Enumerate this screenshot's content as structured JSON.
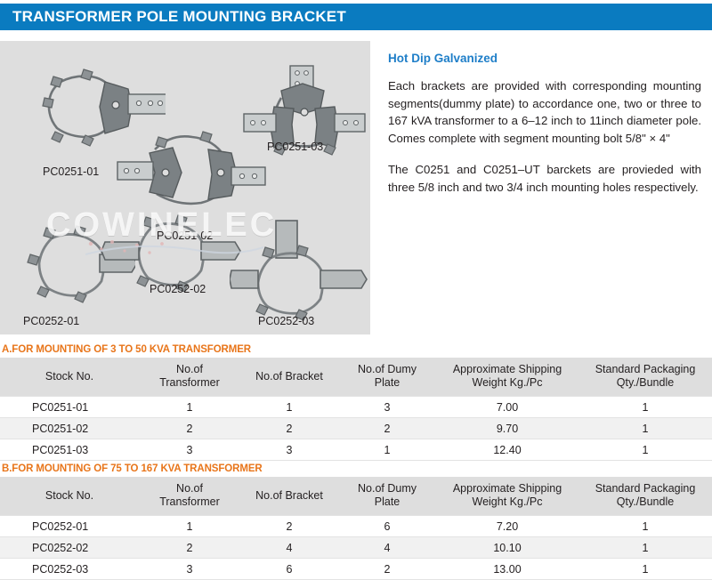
{
  "header": {
    "title": "TRANSFORMER POLE MOUNTING BRACKET",
    "bar_color": "#0a7bc0"
  },
  "product_panel": {
    "watermark": "COWINELEC",
    "background_color": "#dedede",
    "parts": [
      {
        "id": "pc0251-01",
        "label": "PC0251-01"
      },
      {
        "id": "pc0251-02",
        "label": "PC0251-02"
      },
      {
        "id": "pc0251-03",
        "label": "PC0251-03"
      },
      {
        "id": "pc0252-01",
        "label": "PC0252-01"
      },
      {
        "id": "pc0252-02",
        "label": "PC0252-02"
      },
      {
        "id": "pc0252-03",
        "label": "PC0252-03"
      }
    ]
  },
  "description": {
    "heading": "Hot Dip Galvanized",
    "heading_color": "#1e7ec8",
    "paragraphs": [
      "Each brackets are provided with corresponding mounting segments(dummy plate) to accordance one, two or three to 167 kVA transformer to a 6–12 inch to 11inch diameter pole. Comes complete with segment  mounting bolt 5/8\" × 4\"",
      "The C0251 and C0251–UT barckets are provieded with three 5/8 inch and two 3/4 inch mounting holes respectively."
    ]
  },
  "sections": [
    {
      "id": "a",
      "heading": "A.FOR MOUNTING OF 3 TO 50 KVA TRANSFORMER",
      "heading_color": "#e8751a",
      "table": {
        "columns": [
          "Stock No.",
          "No.of Transformer",
          "No.of Bracket",
          "No.of Dumy Plate",
          "Approximate Shipping Weight Kg./Pc",
          "Standard Packaging Qty./Bundle"
        ],
        "columns_line1": [
          "Stock No.",
          "No.of",
          "No.of Bracket",
          "No.of Dumy",
          "Approximate Shipping",
          "Standard Packaging"
        ],
        "columns_line2": [
          "",
          "Transformer",
          "",
          "Plate",
          "Weight Kg./Pc",
          "Qty./Bundle"
        ],
        "rows": [
          {
            "stock_no": "PC0251-01",
            "no_of_transformer": "1",
            "no_of_bracket": "1",
            "no_of_dumy_plate": "3",
            "shipping_weight": "7.00",
            "packaging_qty": "1"
          },
          {
            "stock_no": "PC0251-02",
            "no_of_transformer": "2",
            "no_of_bracket": "2",
            "no_of_dumy_plate": "2",
            "shipping_weight": "9.70",
            "packaging_qty": "1"
          },
          {
            "stock_no": "PC0251-03",
            "no_of_transformer": "3",
            "no_of_bracket": "3",
            "no_of_dumy_plate": "1",
            "shipping_weight": "12.40",
            "packaging_qty": "1"
          }
        ]
      }
    },
    {
      "id": "b",
      "heading": "B.FOR MOUNTING OF 75 TO 167 KVA TRANSFORMER",
      "heading_color": "#e8751a",
      "table": {
        "columns": [
          "Stock No.",
          "No.of Transformer",
          "No.of Bracket",
          "No.of Dumy Plate",
          "Approximate Shipping Weight Kg./Pc",
          "Standard Packaging Qty./Bundle"
        ],
        "columns_line1": [
          "Stock No.",
          "No.of",
          "No.of Bracket",
          "No.of Dumy",
          "Approximate Shipping",
          "Standard Packaging"
        ],
        "columns_line2": [
          "",
          "Transformer",
          "",
          "Plate",
          "Weight Kg./Pc",
          "Qty./Bundle"
        ],
        "rows": [
          {
            "stock_no": "PC0252-01",
            "no_of_transformer": "1",
            "no_of_bracket": "2",
            "no_of_dumy_plate": "6",
            "shipping_weight": "7.20",
            "packaging_qty": "1"
          },
          {
            "stock_no": "PC0252-02",
            "no_of_transformer": "2",
            "no_of_bracket": "4",
            "no_of_dumy_plate": "4",
            "shipping_weight": "10.10",
            "packaging_qty": "1"
          },
          {
            "stock_no": "PC0252-03",
            "no_of_transformer": "3",
            "no_of_bracket": "6",
            "no_of_dumy_plate": "2",
            "shipping_weight": "13.00",
            "packaging_qty": "1"
          }
        ]
      }
    }
  ]
}
